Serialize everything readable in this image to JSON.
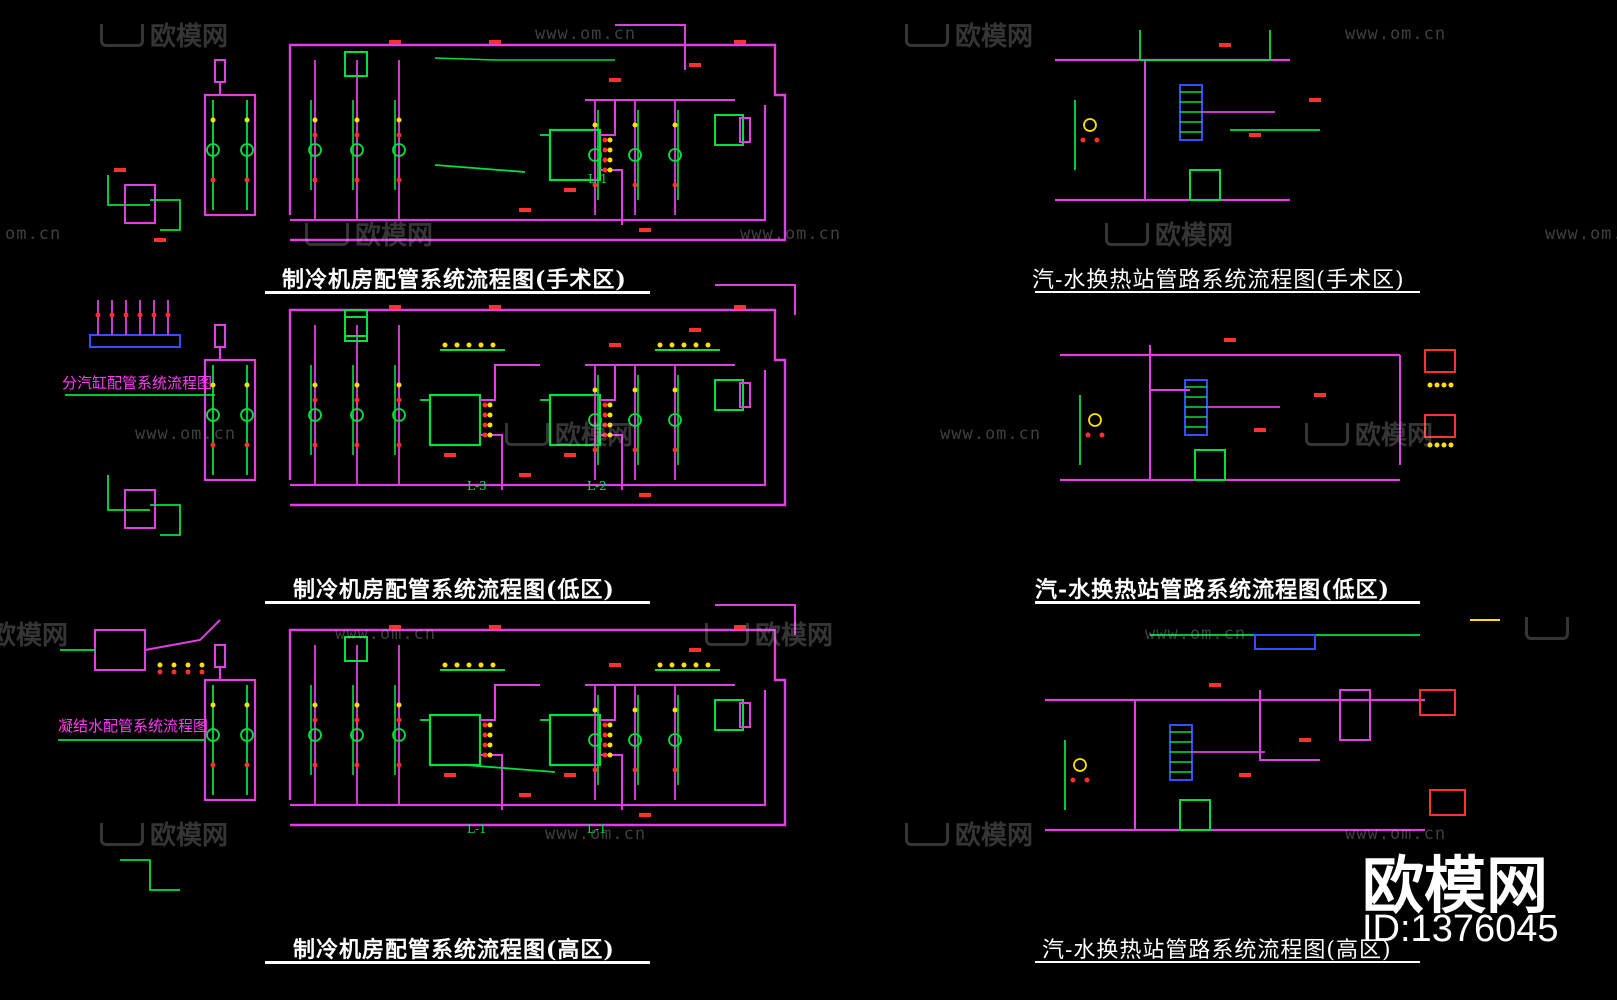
{
  "titles": {
    "surgery_refrigeration": "制冷机房配管系统流程图(手术区)",
    "low_refrigeration": "制冷机房配管系统流程图(低区)",
    "high_refrigeration": "制冷机房配管系统流程图(高区)",
    "surgery_heat": "汽-水换热站管路系统流程图(手术区)",
    "low_heat": "汽-水换热站管路系统流程图(低区)",
    "high_heat": "汽-水换热站管路系统流程图(高区)"
  },
  "side_labels": {
    "steam_header": "分汽缸配管系统流程图",
    "condensate": "凝结水配管系统流程图"
  },
  "chiller_labels": {
    "surgery": "L-1",
    "low_a": "L-3",
    "low_b": "L-2",
    "high_a": "L-1",
    "high_b": "L-1"
  },
  "watermark": {
    "brand_cn": "欧模网",
    "url": "www.om.cn",
    "url_short": "om.cn"
  },
  "brand": {
    "name": "欧模网",
    "id": "ID:1376045"
  },
  "colors": {
    "background": "#000000",
    "pipe_main": "#e040e0",
    "pipe_supply": "#00e040",
    "equipment": "#ff3030",
    "valve": "#ffe000",
    "instrument": "#3050ff",
    "text": "#ffffff"
  }
}
